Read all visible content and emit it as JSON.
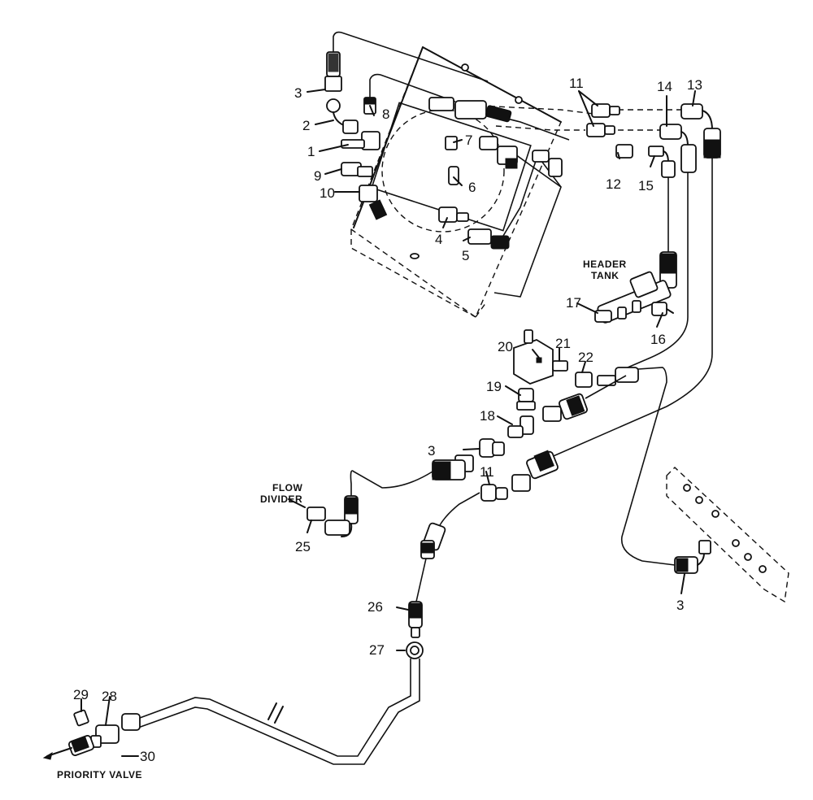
{
  "callouts": {
    "c1": "1",
    "c2": "2",
    "c3a": "3",
    "c3b": "3",
    "c3c": "3",
    "c4": "4",
    "c5": "5",
    "c6": "6",
    "c7": "7",
    "c8": "8",
    "c9": "9",
    "c10": "10",
    "c11a": "11",
    "c11b": "11",
    "c12": "12",
    "c13": "13",
    "c14": "14",
    "c15": "15",
    "c16": "16",
    "c17": "17",
    "c18": "18",
    "c19": "19",
    "c20": "20",
    "c21": "21",
    "c22": "22",
    "c25": "25",
    "c26": "26",
    "c27": "27",
    "c28": "28",
    "c29": "29",
    "c30": "30"
  },
  "captions": {
    "header_tank_line1": "HEADER",
    "header_tank_line2": "TANK",
    "flow_divider_line1": "FLOW",
    "flow_divider_line2": "DIVIDER",
    "priority_valve": "PRIORITY VALVE"
  }
}
